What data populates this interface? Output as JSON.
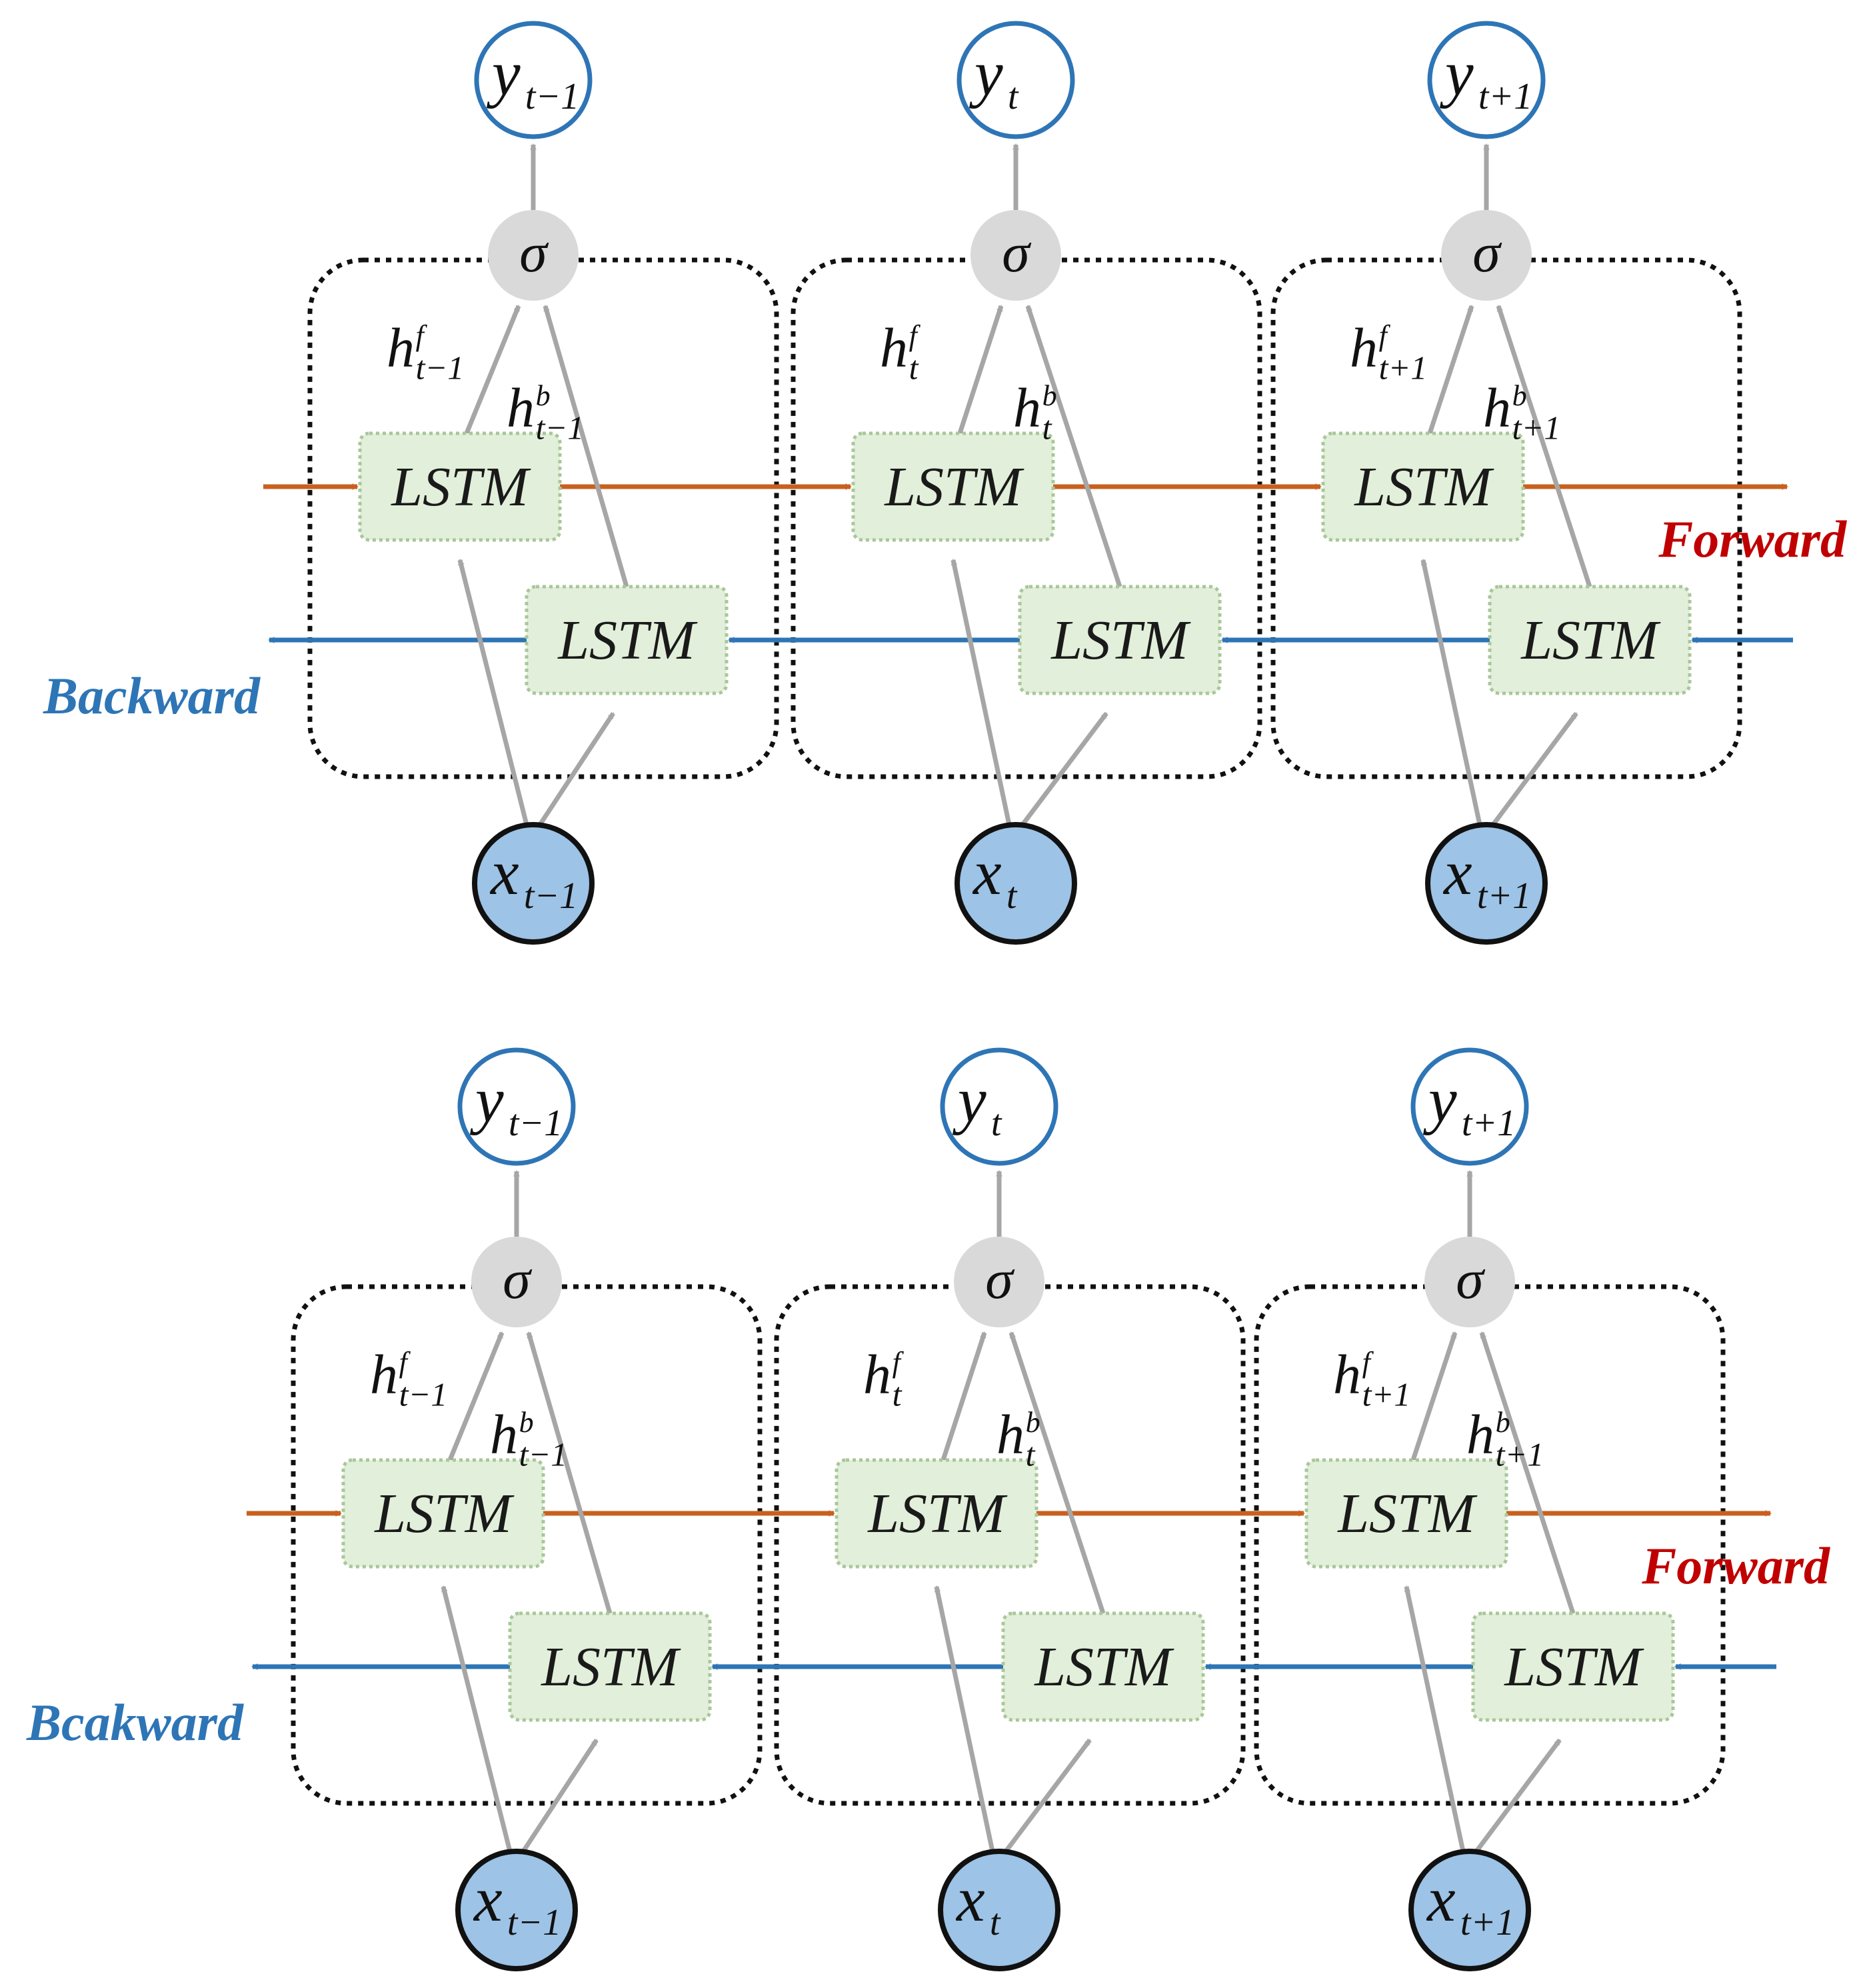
{
  "diagrams": [
    {
      "forward_label": "Forward",
      "backward_label": "Backward",
      "steps": [
        {
          "x_main": "x",
          "x_sub": "t−1",
          "y_main": "y",
          "y_sub": "t−1",
          "hf_main": "h",
          "hf_sup": "f",
          "hf_sub": "t−1",
          "hb_main": "h",
          "hb_sup": "b",
          "hb_sub": "t−1",
          "sigma": "σ",
          "lstm_fwd": "LSTM",
          "lstm_bwd": "LSTM"
        },
        {
          "x_main": "x",
          "x_sub": "t",
          "y_main": "y",
          "y_sub": "t",
          "hf_main": "h",
          "hf_sup": "f",
          "hf_sub": "t",
          "hb_main": "h",
          "hb_sup": "b",
          "hb_sub": "t",
          "sigma": "σ",
          "lstm_fwd": "LSTM",
          "lstm_bwd": "LSTM"
        },
        {
          "x_main": "x",
          "x_sub": "t+1",
          "y_main": "y",
          "y_sub": "t+1",
          "hf_main": "h",
          "hf_sup": "f",
          "hf_sub": "t+1",
          "hb_main": "h",
          "hb_sup": "b",
          "hb_sub": "t+1",
          "sigma": "σ",
          "lstm_fwd": "LSTM",
          "lstm_bwd": "LSTM"
        }
      ]
    },
    {
      "forward_label": "Forward",
      "backward_label": "Bcakward",
      "steps": [
        {
          "x_main": "x",
          "x_sub": "t−1",
          "y_main": "y",
          "y_sub": "t−1",
          "hf_main": "h",
          "hf_sup": "f",
          "hf_sub": "t−1",
          "hb_main": "h",
          "hb_sup": "b",
          "hb_sub": "t−1",
          "sigma": "σ",
          "lstm_fwd": "LSTM",
          "lstm_bwd": "LSTM"
        },
        {
          "x_main": "x",
          "x_sub": "t",
          "y_main": "y",
          "y_sub": "t",
          "hf_main": "h",
          "hf_sup": "f",
          "hf_sub": "t",
          "hb_main": "h",
          "hb_sup": "b",
          "hb_sub": "t",
          "sigma": "σ",
          "lstm_fwd": "LSTM",
          "lstm_bwd": "LSTM"
        },
        {
          "x_main": "x",
          "x_sub": "t+1",
          "y_main": "y",
          "y_sub": "t+1",
          "hf_main": "h",
          "hf_sup": "f",
          "hf_sub": "t+1",
          "hb_main": "h",
          "hb_sup": "b",
          "hb_sub": "t+1",
          "sigma": "σ",
          "lstm_fwd": "LSTM",
          "lstm_bwd": "LSTM"
        }
      ]
    }
  ],
  "colors": {
    "forward": "#C8601E",
    "backward": "#2E75B6",
    "forward_label": "#C00000",
    "backward_label": "#2E75B6",
    "gray_arrow": "#A6A6A6",
    "lstm_fill": "#E2EFDA",
    "lstm_border": "#A9C79A",
    "sigma_fill": "#D9D9D9",
    "x_fill": "#9DC3E6",
    "y_border": "#2E75B6"
  }
}
